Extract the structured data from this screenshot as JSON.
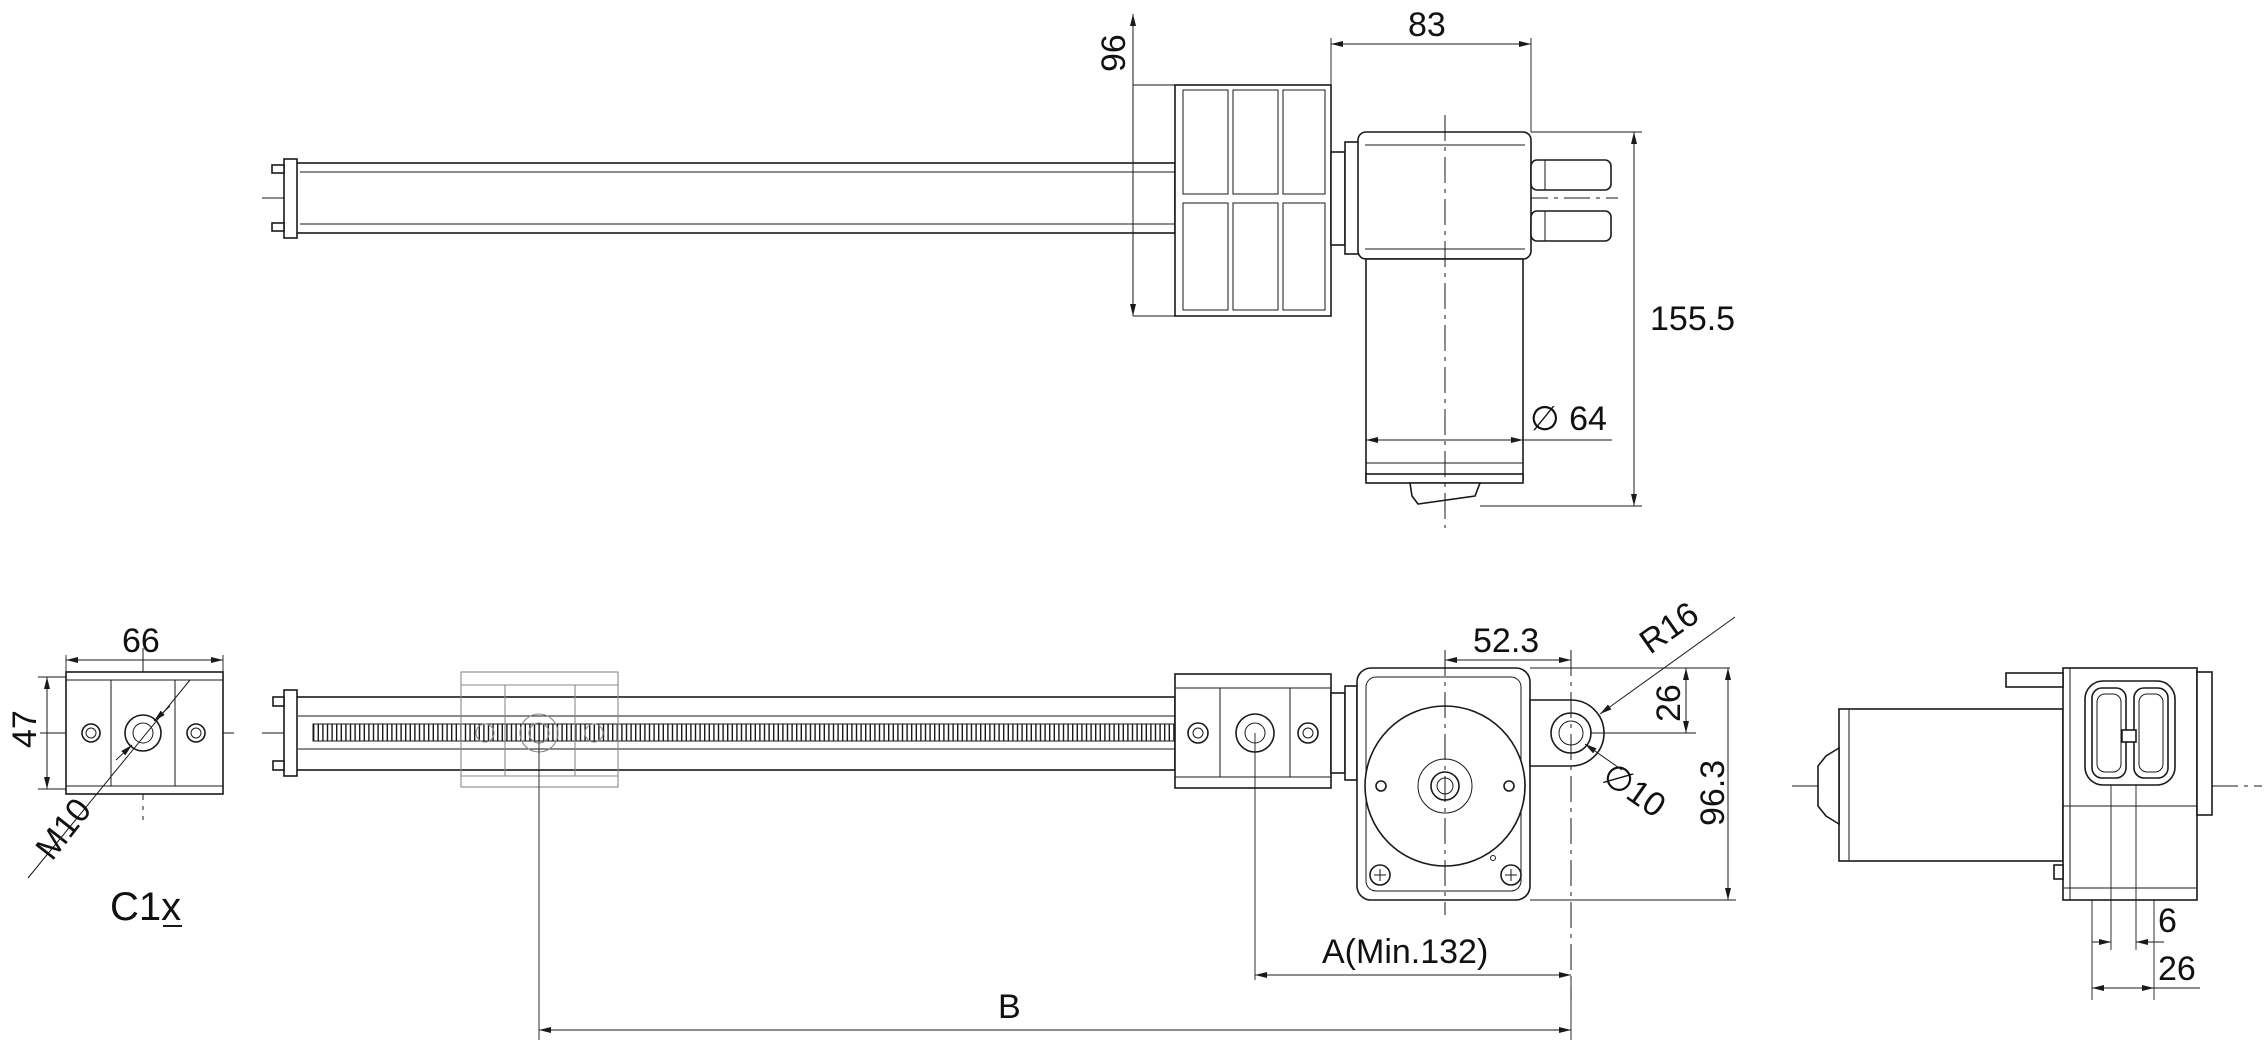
{
  "dimensions": {
    "top_height": "96",
    "top_length": "83",
    "total_height": "155.5",
    "motor_diameter": "∅ 64",
    "end_width": "66",
    "end_height": "47",
    "thread": "M10",
    "offset": "52.3",
    "radius": "R16",
    "eye_offset": "26",
    "hole": "∅10",
    "front_height": "96.3",
    "stroke_a": "A(Min.132)",
    "length_b": "B",
    "side_small": "6",
    "side_width": "26"
  },
  "labels": {
    "model": "C1x"
  }
}
